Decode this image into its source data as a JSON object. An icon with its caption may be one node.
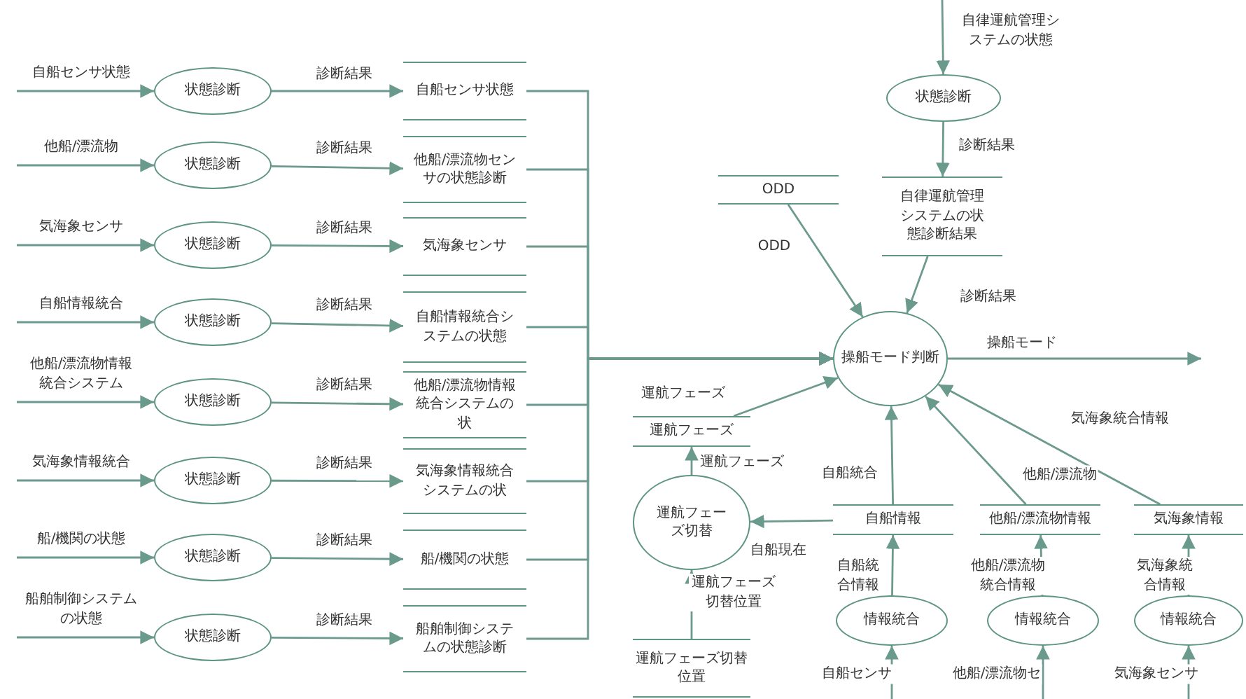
{
  "diagram": {
    "nodes": [
      {
        "text": [
          "状態診断"
        ]
      },
      {
        "text": [
          "自船センサ状態"
        ]
      },
      {
        "text": [
          "状態診断"
        ]
      },
      {
        "text": [
          "他船/漂流物センサの状態診断"
        ]
      },
      {
        "text": [
          "状態診断"
        ]
      },
      {
        "text": [
          "気海象センサ"
        ]
      },
      {
        "text": [
          "状態診断"
        ]
      },
      {
        "text": [
          "自船情報統合システムの状態"
        ]
      },
      {
        "text": [
          "状態診断"
        ]
      },
      {
        "text": [
          "他船/漂流物情報統合システムの状"
        ]
      },
      {
        "text": [
          "状態診断"
        ]
      },
      {
        "text": [
          "気海象情報統合システムの状"
        ]
      },
      {
        "text": [
          "状態診断"
        ]
      },
      {
        "text": [
          "船/機関の状態"
        ]
      },
      {
        "text": [
          "状態診断"
        ]
      },
      {
        "text": [
          "船舶制御システムの状態診断"
        ]
      },
      {
        "text": [
          "状態診断"
        ]
      },
      {
        "text": [
          "ODD"
        ]
      },
      {
        "text": [
          "自律運航管理システムの状態診断結果"
        ]
      },
      {
        "text": [
          "操船モード判断"
        ]
      },
      {
        "text": [
          "運航フェーズ"
        ]
      },
      {
        "text": [
          "運航フェーズ切替"
        ]
      },
      {
        "text": [
          "自船情報"
        ]
      },
      {
        "text": [
          "他船/漂流物情報"
        ]
      },
      {
        "text": [
          "気海象情報"
        ]
      },
      {
        "text": [
          "運航フェーズ切替位置"
        ]
      },
      {
        "text": [
          "情報統合"
        ]
      },
      {
        "text": [
          "情報統合"
        ]
      },
      {
        "text": [
          "情報統合"
        ]
      }
    ],
    "edges": [
      {
        "from": null,
        "to": 0,
        "arrow": "to",
        "label": "自船センサ状態"
      },
      {
        "from": 0,
        "to": 1,
        "arrow": "to",
        "label": "診断結果"
      },
      {
        "from": 1,
        "to": 19,
        "arrow": "to"
      },
      {
        "from": null,
        "to": 2,
        "arrow": "to",
        "label": "他船/漂流物"
      },
      {
        "from": 2,
        "to": 3,
        "arrow": "to",
        "label": "診断結果"
      },
      {
        "from": 3,
        "to": 19,
        "arrow": "to"
      },
      {
        "from": null,
        "to": 4,
        "arrow": "to",
        "label": "気海象センサ"
      },
      {
        "from": 4,
        "to": 5,
        "arrow": "to",
        "label": "診断結果"
      },
      {
        "from": 5,
        "to": 19,
        "arrow": "to"
      },
      {
        "from": null,
        "to": 6,
        "arrow": "to",
        "label": "自船情報統合"
      },
      {
        "from": 6,
        "to": 7,
        "arrow": "to",
        "label": "診断結果"
      },
      {
        "from": 7,
        "to": 19,
        "arrow": "to"
      },
      {
        "from": null,
        "to": 8,
        "arrow": "to",
        "label": "他船/漂流物情報統合システム"
      },
      {
        "from": 8,
        "to": 9,
        "arrow": "to",
        "label": "診断結果"
      },
      {
        "from": 9,
        "to": 19,
        "arrow": "to"
      },
      {
        "from": null,
        "to": 10,
        "arrow": "to",
        "label": "気海象情報統合"
      },
      {
        "from": 10,
        "to": 11,
        "arrow": "to",
        "label": "診断結果"
      },
      {
        "from": 11,
        "to": 19,
        "arrow": "to"
      },
      {
        "from": null,
        "to": 12,
        "arrow": "to",
        "label": "船/機関の状態"
      },
      {
        "from": 12,
        "to": 13,
        "arrow": "to",
        "label": "診断結果"
      },
      {
        "from": 13,
        "to": 19,
        "arrow": "to"
      },
      {
        "from": null,
        "to": 14,
        "arrow": "to",
        "label": "船舶制御システムの状態"
      },
      {
        "from": 14,
        "to": 15,
        "arrow": "to",
        "label": "診断結果"
      },
      {
        "from": 15,
        "to": 19,
        "arrow": "to"
      },
      {
        "from": null,
        "to": 16,
        "arrow": "to",
        "label": "自律運航管理システムの状態"
      },
      {
        "from": 16,
        "to": 18,
        "arrow": "to",
        "label": "診断結果"
      },
      {
        "from": 18,
        "to": 19,
        "arrow": "to",
        "label": "診断結果"
      },
      {
        "from": 17,
        "to": 19,
        "arrow": "to",
        "label": "ODD"
      },
      {
        "from": 19,
        "to": null,
        "arrow": "to",
        "label": "操船モード"
      },
      {
        "from": 20,
        "to": 19,
        "arrow": "to",
        "label": "運航フェーズ"
      },
      {
        "from": 21,
        "to": 20,
        "arrow": "to",
        "label": "運航フェーズ"
      },
      {
        "from": 25,
        "to": 21,
        "arrow": "to",
        "label": "運航フェーズ切替位置"
      },
      {
        "from": 22,
        "to": 21,
        "arrow": "to",
        "label": "自船現在"
      },
      {
        "from": 22,
        "to": 19,
        "arrow": "to",
        "label": "自船統合"
      },
      {
        "from": 23,
        "to": 19,
        "arrow": "to",
        "label": "他船/漂流物"
      },
      {
        "from": 24,
        "to": 19,
        "arrow": "to",
        "label": "気海象統合情報"
      },
      {
        "from": 26,
        "to": 22,
        "arrow": "to",
        "label": "自船統合情報"
      },
      {
        "from": 27,
        "to": 23,
        "arrow": "to",
        "label": "他船/漂流物統合情報"
      },
      {
        "from": 28,
        "to": 24,
        "arrow": "to",
        "label": "気海象統合情報"
      },
      {
        "from": null,
        "to": 26,
        "arrow": "to",
        "label": "自船センサ"
      },
      {
        "from": null,
        "to": 27,
        "arrow": "to",
        "label": "他船/漂流物セ"
      },
      {
        "from": null,
        "to": 28,
        "arrow": "to",
        "label": "気海象センサ"
      }
    ]
  }
}
